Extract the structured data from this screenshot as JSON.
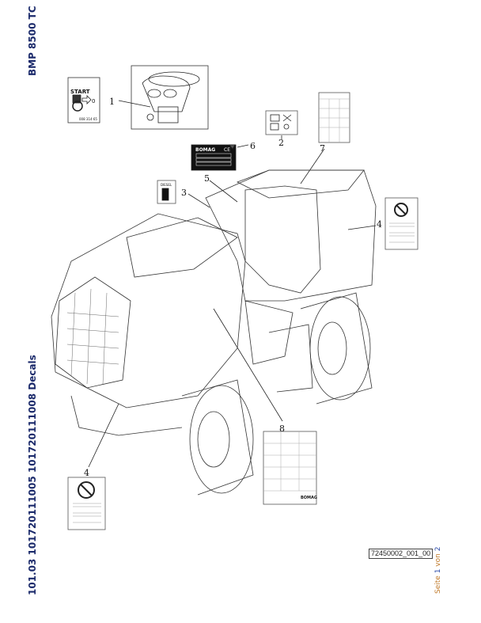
{
  "document": {
    "title": "BMP 8500 TC",
    "subtitle": "101.03 101720111005 101720111008 Decals",
    "drawing_number": "72450002_001_00",
    "page": {
      "prefix": "Seite",
      "current": "1",
      "of": "von",
      "total": "2"
    }
  },
  "callouts": [
    "1",
    "2",
    "3",
    "4",
    "4",
    "5",
    "6",
    "7",
    "8"
  ],
  "decals": {
    "start": {
      "label": "START",
      "part_no": "008 314 65"
    },
    "nameplate": {
      "brand": "BOMAG",
      "mark": "CE"
    },
    "diesel": {
      "label": "DIESEL"
    },
    "decal_8_brand": "BOMAG"
  }
}
